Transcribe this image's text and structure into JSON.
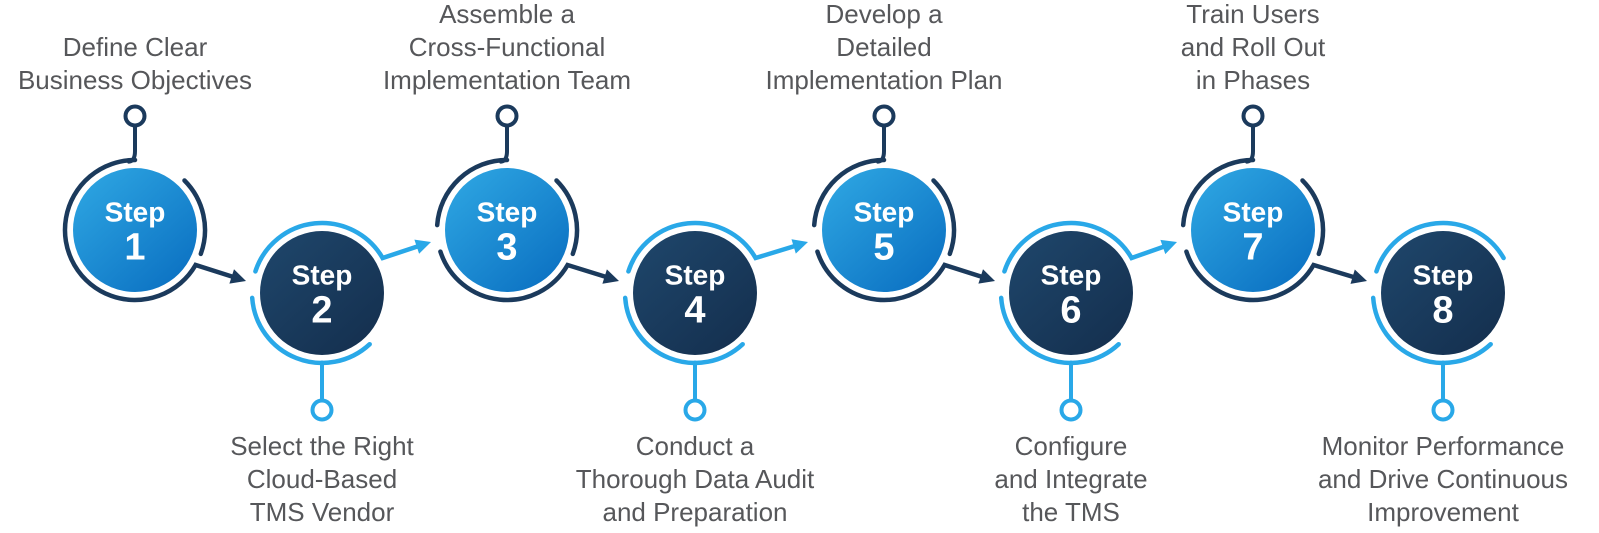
{
  "step_word": "Step",
  "steps": [
    {
      "number": "1",
      "tone": "light",
      "label_position": "top",
      "label_lines": [
        "Define Clear",
        "Business Objectives"
      ]
    },
    {
      "number": "2",
      "tone": "dark",
      "label_position": "bottom",
      "label_lines": [
        "Select the Right",
        "Cloud-Based",
        "TMS Vendor"
      ]
    },
    {
      "number": "3",
      "tone": "light",
      "label_position": "top",
      "label_lines": [
        "Assemble a",
        "Cross-Functional",
        "Implementation Team"
      ]
    },
    {
      "number": "4",
      "tone": "dark",
      "label_position": "bottom",
      "label_lines": [
        "Conduct a",
        "Thorough Data Audit",
        "and Preparation"
      ]
    },
    {
      "number": "5",
      "tone": "light",
      "label_position": "top",
      "label_lines": [
        "Develop a",
        "Detailed",
        "Implementation Plan"
      ]
    },
    {
      "number": "6",
      "tone": "dark",
      "label_position": "bottom",
      "label_lines": [
        "Configure",
        "and Integrate",
        "the TMS"
      ]
    },
    {
      "number": "7",
      "tone": "light",
      "label_position": "top",
      "label_lines": [
        "Train Users",
        "and Roll Out",
        "in Phases"
      ]
    },
    {
      "number": "8",
      "tone": "dark",
      "label_position": "bottom",
      "label_lines": [
        "Monitor Performance",
        "and Drive Continuous",
        "Improvement"
      ]
    }
  ],
  "colors": {
    "background": "#FFFFFF",
    "light_circle_start": "#30A9E4",
    "light_circle_end": "#0A6FC1",
    "dark_circle_start": "#1F476C",
    "dark_circle_end": "#142F4E",
    "dark_line": "#1B3A5C",
    "light_line": "#29A8E8",
    "label_text": "#56575A",
    "circle_text": "#FFFFFF"
  }
}
